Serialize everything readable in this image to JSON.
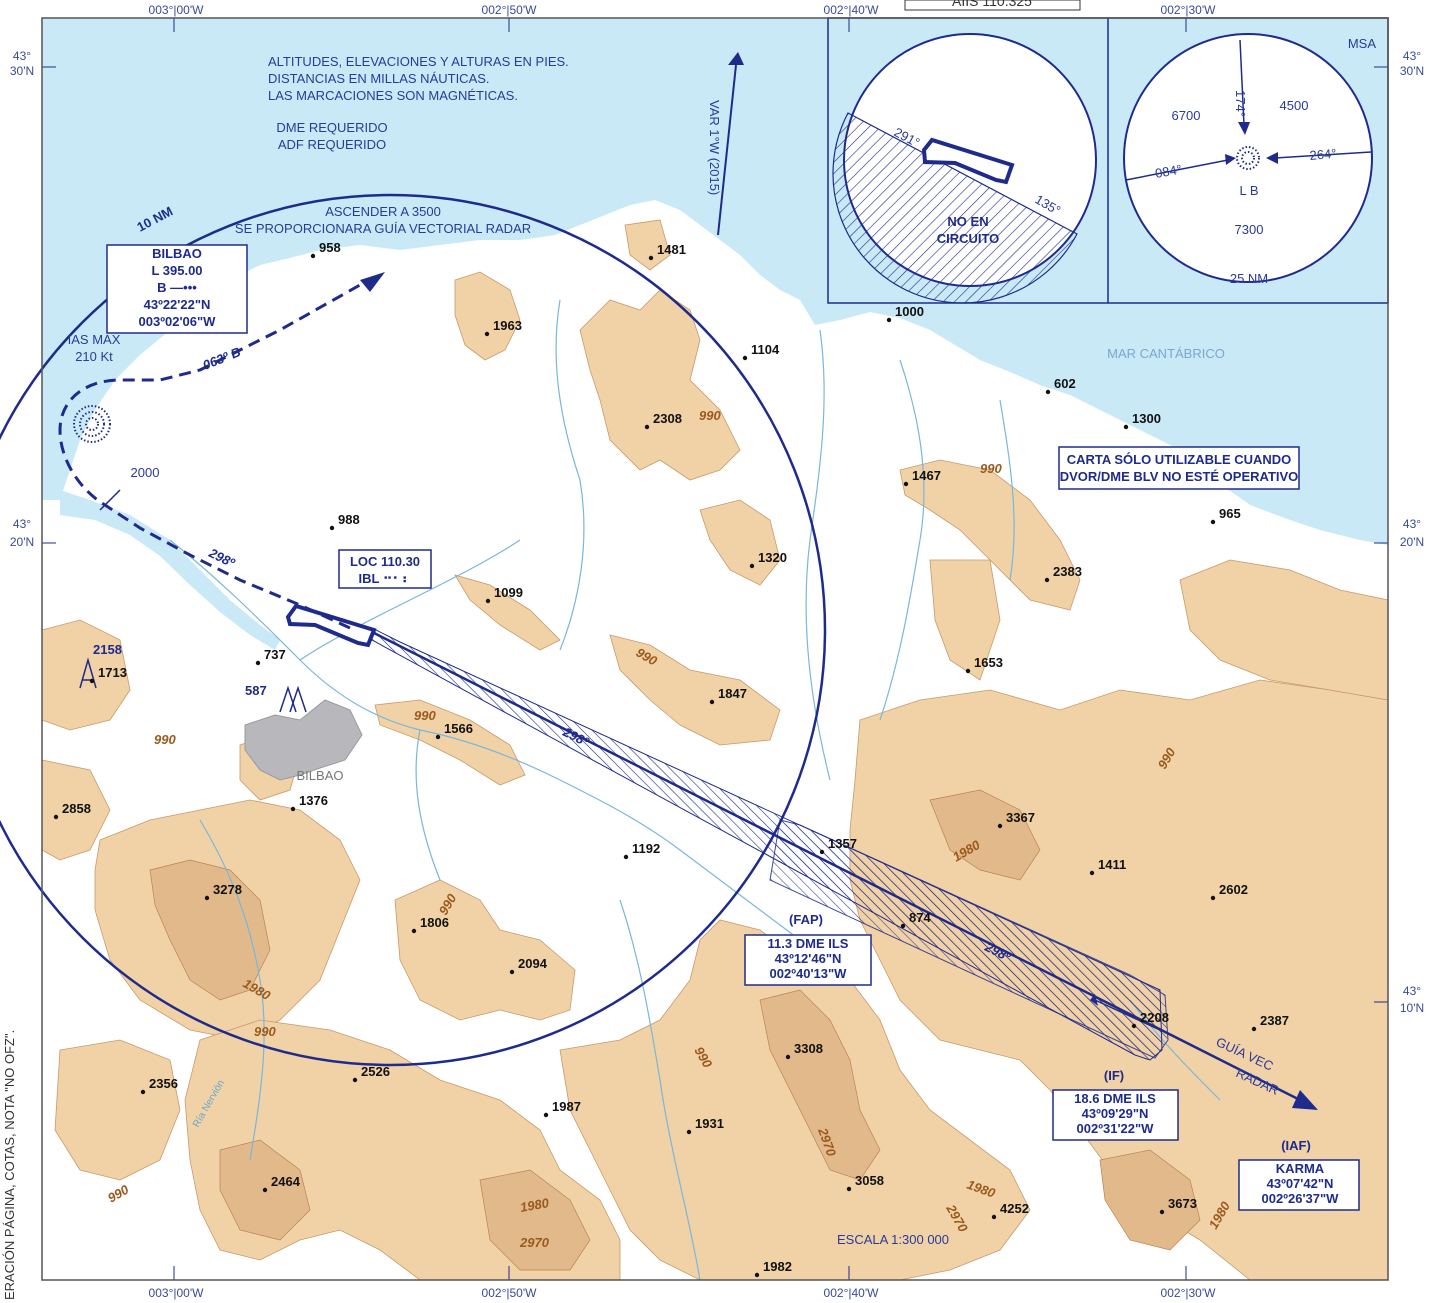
{
  "header": {
    "partial_title": "AIIS 110.325"
  },
  "side_note": "ERACIÓN PÁGINA, COTAS, NOTA \"NO OFZ\".",
  "grid_labels": {
    "top": [
      "003°|00'W",
      "002°|50'W",
      "002°|40'W",
      "002°|30'W"
    ],
    "bottom": [
      "003°|00'W",
      "002°|50'W",
      "002°|40'W",
      "002°|30'W"
    ],
    "left": [
      [
        "43°",
        "30'N"
      ],
      [
        "43°",
        "20'N"
      ]
    ],
    "right": [
      [
        "43°",
        "30'N"
      ],
      [
        "43°",
        "20'N"
      ],
      [
        "43°",
        "10'N"
      ]
    ]
  },
  "notes": {
    "general": [
      "ALTITUDES, ELEVACIONES Y ALTURAS EN PIES.",
      "DISTANCIAS EN MILLAS NÁUTICAS.",
      "LAS MARCACIONES SON MAGNÉTICAS."
    ],
    "requirements": [
      "DME REQUERIDO",
      "ADF REQUERIDO"
    ],
    "missed": [
      "ASCENDER A 3500",
      "SE PROPORCIONARA GUÍA VECTORIAL RADAR"
    ],
    "variation": "VAR 1°W (2015)",
    "sea": "MAR CANTÁBRICO",
    "scale": "ESCALA 1:300 000",
    "radar": [
      "GUÍA VEC",
      "RADAR"
    ],
    "city": "BILBAO",
    "river": "Ría Nervión",
    "ring_label": "10 NM",
    "ias": [
      "IAS MAX",
      "210 Kt"
    ],
    "alt_2000": "2000"
  },
  "warning": [
    "CARTA SÓLO UTILIZABLE CUANDO",
    "DVOR/DME BLV NO ESTÉ OPERATIVO"
  ],
  "bilbao_ndb": {
    "name": "BILBAO",
    "freq": "L 395.00",
    "ident": "B —•••",
    "lat": "43º22'22\"N",
    "lon": "003º02'06\"W"
  },
  "loc": {
    "freq": "LOC 110.30",
    "ident": "IBL ⠒⠂⠆"
  },
  "tracks": {
    "outbound": "063º B",
    "approach_a": "298º",
    "approach_b": "298º",
    "approach_c": "298º"
  },
  "fixes": {
    "fap": {
      "title": "(FAP)",
      "dme": "11.3 DME ILS",
      "lat": "43º12'46\"N",
      "lon": "002º40'13\"W"
    },
    "if": {
      "title": "(IF)",
      "dme": "18.6 DME ILS",
      "lat": "43º09'29\"N",
      "lon": "002º31'22\"W"
    },
    "iaf": {
      "title": "(IAF)",
      "name": "KARMA",
      "lat": "43º07'42\"N",
      "lon": "002º26'37\"W"
    }
  },
  "inset_circuit": {
    "label": [
      "NO EN",
      "CIRCUITO"
    ],
    "b1": "291°",
    "b2": "135°"
  },
  "msa": {
    "title": "MSA",
    "sectors": [
      "6700",
      "4500",
      "7300"
    ],
    "bearings": [
      "174°",
      "084°",
      "264°"
    ],
    "facility": "L B",
    "radius": "25 NM"
  },
  "spot_elevations": [
    "958",
    "1963",
    "1481",
    "1104",
    "2308",
    "1000",
    "602",
    "1300",
    "1467",
    "965",
    "2383",
    "988",
    "1320",
    "1099",
    "1653",
    "1847",
    "737",
    "1713",
    "1566",
    "3367",
    "1411",
    "1357",
    "2602",
    "2858",
    "1376",
    "1192",
    "3278",
    "1806",
    "2094",
    "874",
    "2387",
    "2208",
    "3308",
    "2526",
    "2356",
    "1987",
    "1931",
    "2464",
    "3058",
    "4252",
    "3673",
    "1982"
  ],
  "contour_labels": [
    "990",
    "990",
    "990",
    "990",
    "990",
    "990",
    "990",
    "990",
    "990",
    "990",
    "1980",
    "1980",
    "1980",
    "1980",
    "1980",
    "2970",
    "2970",
    "2970"
  ],
  "obstacles": [
    "2158",
    "587"
  ]
}
